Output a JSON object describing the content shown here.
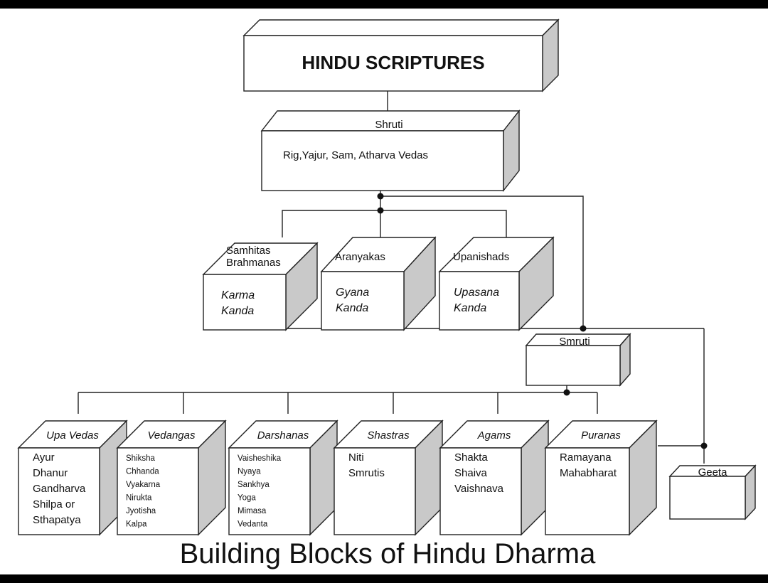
{
  "root": {
    "title": "HINDU SCRIPTURES"
  },
  "shruti": {
    "title": "Shruti",
    "content": "Rig,Yajur, Sam, Atharva Vedas"
  },
  "shruti_parts": [
    {
      "label_lines": [
        "Samhitas",
        "Brahmanas"
      ],
      "kanda_lines": [
        "Karma",
        "Kanda"
      ]
    },
    {
      "label_lines": [
        "Aranyakas"
      ],
      "kanda_lines": [
        "Gyana",
        "Kanda"
      ]
    },
    {
      "label_lines": [
        "Upanishads"
      ],
      "kanda_lines": [
        "Upasana",
        "Kanda"
      ]
    }
  ],
  "smruti": {
    "title": "Smruti"
  },
  "smruti_parts": [
    {
      "label": "Upa Vedas",
      "items": [
        "Ayur",
        "Dhanur",
        "Gandharva",
        "Shilpa or",
        "Sthapatya"
      ]
    },
    {
      "label": "Vedangas",
      "items": [
        "Shiksha",
        "Chhanda",
        "Vyakarna",
        "Nirukta",
        "Jyotisha",
        "Kalpa"
      ]
    },
    {
      "label": "Darshanas",
      "items": [
        "Vaisheshika",
        "Nyaya",
        "Sankhya",
        "Yoga",
        "Mimasa",
        "Vedanta"
      ]
    },
    {
      "label": "Shastras",
      "items": [
        "Niti",
        "Smrutis"
      ]
    },
    {
      "label": "Agams",
      "items": [
        "Shakta",
        "Shaiva",
        "Vaishnava"
      ]
    },
    {
      "label": "Puranas",
      "items": [
        "Ramayana",
        "Mahabharat"
      ]
    }
  ],
  "geeta": {
    "title": "Geeta"
  },
  "footer": {
    "title": "Building Blocks of Hindu Dharma"
  }
}
